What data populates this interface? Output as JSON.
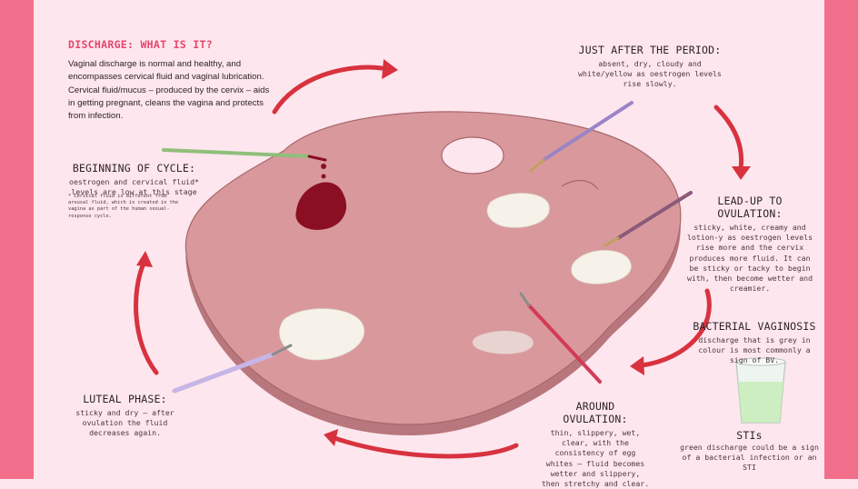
{
  "intro": {
    "title": "DISCHARGE: WHAT IS IT?",
    "body": "Vaginal discharge is normal and healthy, and encompasses cervical fluid and vaginal lubrication. Cervical fluid/mucus – produced by the cervix – aids in getting pregnant, cleans the vagina and protects from infection."
  },
  "stages": {
    "beginning": {
      "title": "BEGINNING OF CYCLE:",
      "body": "oestrogen and cervical fluid* levels are low at this stage",
      "footnote": "* Cervical fluid is different from arousal fluid, which is created in the vagina as part of the human sexual-response cycle."
    },
    "after_period": {
      "title": "JUST AFTER THE PERIOD:",
      "body": "absent, dry, cloudy and white/yellow as oestrogen levels rise slowly."
    },
    "lead_up": {
      "title": "LEAD-UP TO OVULATION:",
      "body": "sticky, white, creamy and lotion-y as oestrogen levels rise more and the cervix produces more fluid. It can be sticky or tacky to begin with, then become wetter and creamier."
    },
    "bv": {
      "title": "BACTERIAL VAGINOSIS",
      "body": "discharge that is grey in colour is most commonly a sign of BV."
    },
    "stis": {
      "title": "STIs",
      "body": "green discharge could be a sign of a bacterial infection or an STI"
    },
    "around_ovulation": {
      "title": "AROUND OVULATION:",
      "body": "thin, slippery, wet, clear, with the consistency of egg whites – fluid becomes wetter and slippery, then stretchy and clear."
    },
    "luteal": {
      "title": "LUTEAL PHASE:",
      "body": "sticky and dry – after ovulation the fluid decreases again."
    }
  },
  "colors": {
    "background": "#fde6ee",
    "frame": "#f26f8b",
    "accent_title": "#e8456b",
    "arrow": "#d8323f",
    "palette": "#d9999c",
    "blood": "#8a0f22"
  }
}
